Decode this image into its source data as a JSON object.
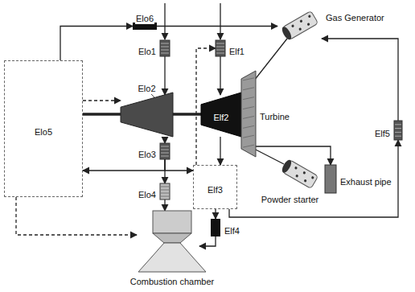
{
  "diagram": {
    "nodes": [
      {
        "text": [
          "Elo6"
        ]
      },
      {
        "text": [
          "Elo1"
        ]
      },
      {
        "text": [
          "Elf1"
        ]
      },
      {
        "text": [
          "Gas Generator"
        ]
      },
      {
        "text": [
          "Elo5"
        ]
      },
      {
        "text": [
          "Elo2"
        ]
      },
      {
        "text": [
          "Elf2"
        ]
      },
      {
        "text": [
          "Turbine"
        ]
      },
      {
        "text": [
          "Elo3"
        ]
      },
      {
        "text": [
          "Elf5"
        ]
      },
      {
        "text": [
          "Elo4"
        ]
      },
      {
        "text": [
          "Elf3"
        ]
      },
      {
        "text": [
          "Powder starter"
        ]
      },
      {
        "text": [
          "Exhaust pipe"
        ]
      },
      {
        "text": [
          "Elf4"
        ]
      },
      {
        "text": [
          "Combustion chamber"
        ]
      }
    ],
    "edges": [
      {
        "from": 4,
        "to": 0,
        "arrow": "to"
      },
      {
        "from": 0,
        "to": 3,
        "arrow": "to"
      },
      {
        "from": 1,
        "to": 5,
        "arrow": "to"
      },
      {
        "from": 2,
        "to": 6,
        "arrow": "to"
      },
      {
        "from": 4,
        "to": 5,
        "arrow": "to"
      },
      {
        "from": 5,
        "to": 8,
        "arrow": "to"
      },
      {
        "from": 6,
        "to": 11,
        "arrow": "to"
      },
      {
        "from": 11,
        "to": 2,
        "arrow": "to"
      },
      {
        "from": 8,
        "to": 10,
        "arrow": "to"
      },
      {
        "from": 8,
        "to": 4,
        "arrow": "to"
      },
      {
        "from": 8,
        "to": 11,
        "arrow": "to"
      },
      {
        "from": 10,
        "to": 15,
        "arrow": "to"
      },
      {
        "from": 4,
        "to": 15,
        "arrow": "to"
      },
      {
        "from": 11,
        "to": 14,
        "arrow": "to"
      },
      {
        "from": 14,
        "to": 15,
        "arrow": "to"
      },
      {
        "from": 11,
        "to": 9,
        "arrow": "to"
      },
      {
        "from": 9,
        "to": 3,
        "arrow": "to"
      },
      {
        "from": 3,
        "to": 7,
        "arrow": "none"
      },
      {
        "from": 12,
        "to": 7,
        "arrow": "none"
      },
      {
        "from": 7,
        "to": 13,
        "arrow": "to"
      }
    ]
  }
}
